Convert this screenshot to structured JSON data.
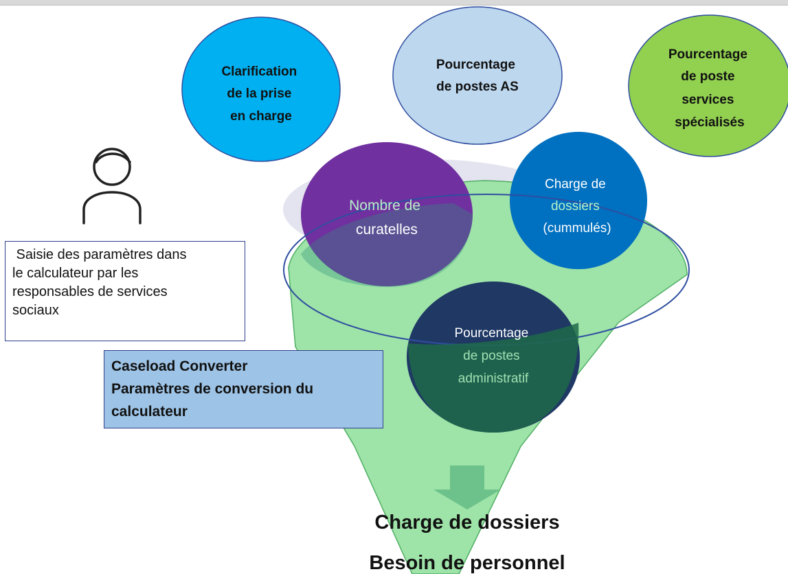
{
  "title_lines": [
    "Charge de dossiers",
    "Besoin de personnel"
  ],
  "circles": {
    "clarification": [
      "Clarification",
      "de la prise",
      "en charge"
    ],
    "postes_as": [
      "Pourcentage",
      "de postes AS"
    ],
    "postes_specialises": [
      "Pourcentage",
      "de poste",
      "services",
      "spécialisés"
    ],
    "curatelles": [
      "Nombre de",
      "curatelles"
    ],
    "charge_dossiers": [
      "Charge de",
      "dossiers",
      "(cummulés)"
    ],
    "postes_administratif": [
      "Pourcentage",
      "de postes",
      "administratif"
    ]
  },
  "note_lines": [
    " Saisie des paramètres dans",
    "le calculateur par les",
    "responsables de services",
    "sociaux"
  ],
  "converter_lines": [
    "Caseload Converter",
    "Paramètres de conversion du",
    "calculateur"
  ],
  "colors": {
    "funnel": "#9ee3a8",
    "funnel_stroke": "#4fae63",
    "arrow": "#6cc28a",
    "clarification": "#00b0f0",
    "postes_as": "#bdd7ee",
    "postes_specialises": "#92d050",
    "curatelles": "#7030a0",
    "charge_dossiers": "#0070c0",
    "postes_administratif": "#1f3864",
    "ring": "#2f4ea0"
  },
  "icons": {
    "person": "user-outline-icon",
    "arrow": "down-arrow-icon"
  }
}
